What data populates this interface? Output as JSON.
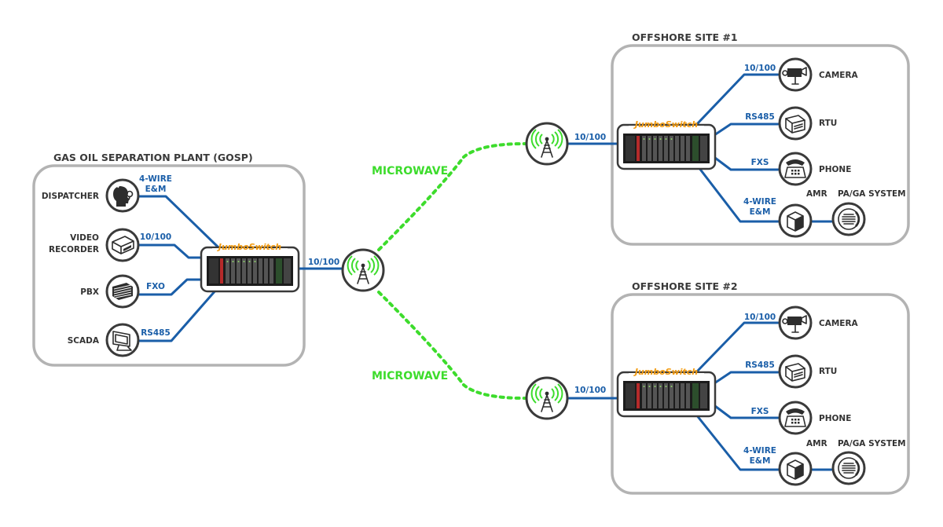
{
  "sites": {
    "gosp": {
      "title": "GAS OIL SEPARATION PLANT (GOSP)"
    },
    "offshore1": {
      "title": "OFFSHORE SITE #1"
    },
    "offshore2": {
      "title": "OFFSHORE SITE #2"
    }
  },
  "switch_brand": "JumboSwitch",
  "gosp_devices": [
    {
      "name": "DISPATCHER",
      "link_line1": "4-WIRE",
      "link_line2": "E&M",
      "icon": "headset-operator-icon"
    },
    {
      "name_line1": "VIDEO",
      "name_line2": "RECORDER",
      "link": "10/100",
      "icon": "video-recorder-icon"
    },
    {
      "name": "PBX",
      "link": "FXO",
      "icon": "pbx-icon"
    },
    {
      "name": "SCADA",
      "link": "RS485",
      "icon": "monitor-icon"
    }
  ],
  "backbone": {
    "gosp_uplink": "10/100",
    "site1_uplink": "10/100",
    "site2_uplink": "10/100"
  },
  "microwave": {
    "upper": "MICROWAVE",
    "lower": "MICROWAVE"
  },
  "offshore_devices": {
    "camera": {
      "name": "CAMERA",
      "link": "10/100",
      "icon": "camera-icon"
    },
    "rtu": {
      "name": "RTU",
      "link": "RS485",
      "icon": "rtu-icon"
    },
    "phone": {
      "name": "PHONE",
      "link": "FXS",
      "icon": "phone-icon"
    },
    "amr": {
      "name": "AMR",
      "link_line1": "4-WIRE",
      "link_line2": "E&M",
      "icon": "amr-icon"
    },
    "paga": {
      "name": "PA/GA SYSTEM",
      "icon": "speaker-icon"
    }
  },
  "colors": {
    "link": "#1a5ea8",
    "microwave": "#3ddc2c",
    "frame": "#b3b3b3",
    "brand_orange": "#f39c12"
  }
}
